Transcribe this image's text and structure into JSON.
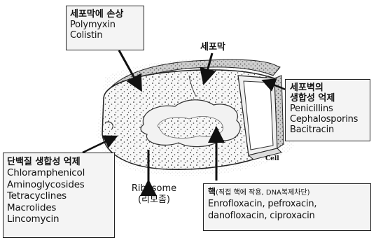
{
  "membrane_box": {
    "title": "세포막에 손상",
    "items": [
      "Polymyxin",
      "Colistin"
    ]
  },
  "membrane_label": "세포막",
  "wall_box": {
    "title_line1": "세포벽의",
    "title_line2": "생합성 억제",
    "items": [
      "Penicillins",
      "Cephalosporins",
      "Bacitracin"
    ]
  },
  "protein_box": {
    "title": "단백질 생합성 억제",
    "items": [
      "Chloramphenicol",
      "Aminoglycosides",
      "Tetracyclines",
      "Macrolides",
      "Lincomycin"
    ]
  },
  "ribosome_label": {
    "line1": "Ribosome",
    "line2": "(리보좀)"
  },
  "nucleus_box": {
    "title_main": "핵",
    "title_sub": "(직접 핵에 작용, DNA복제차단)",
    "items": [
      "Enrofloxacin, pefroxacin,",
      "danofloxacin, ciproxacin"
    ]
  },
  "cell_label": "Cell"
}
